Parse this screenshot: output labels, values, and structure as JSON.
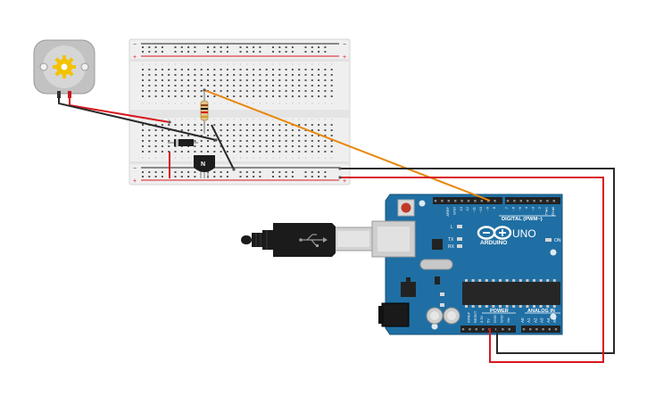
{
  "components": {
    "motor": {
      "kind": "dc-motor"
    },
    "breadboard": {
      "kind": "half-breadboard",
      "power_minus": "−",
      "power_plus": "+"
    },
    "resistor": {
      "kind": "resistor"
    },
    "diode": {
      "kind": "diode"
    },
    "transistor": {
      "kind": "npn-transistor",
      "label": "N"
    },
    "arduino": {
      "kind": "arduino-uno",
      "brand": "ARDUINO",
      "model": "UNO",
      "digital_header_label": "DIGITAL (PWM~)",
      "power_label": "POWER",
      "analog_label": "ANALOG IN",
      "on_label": "ON",
      "led_labels": [
        "L",
        "TX",
        "RX"
      ],
      "top_pin_labels": [
        "AREF",
        "GND",
        "13",
        "12",
        "~11",
        "~10",
        "~9",
        "8",
        "7",
        "~6",
        "~5",
        "4",
        "~3",
        "2",
        "TX▸1",
        "RX◂0"
      ],
      "power_pin_labels": [
        "IOREF",
        "RESET",
        "3.3V",
        "5V",
        "GND",
        "GND",
        "Vin"
      ],
      "analog_pin_labels": [
        "A0",
        "A1",
        "A2",
        "A3",
        "A4",
        "A5"
      ]
    },
    "usb_cable": {
      "kind": "usb-cable"
    }
  },
  "colors": {
    "wire_red": "#d9181f",
    "wire_black": "#2a2a2a",
    "wire_orange": "#e8870c",
    "arduino_blue": "#1f6fa4",
    "arduino_dark": "#15527a",
    "breadboard": "#f0f0f0",
    "motor_body": "#bdbdbd",
    "motor_gear": "#f3c200"
  }
}
